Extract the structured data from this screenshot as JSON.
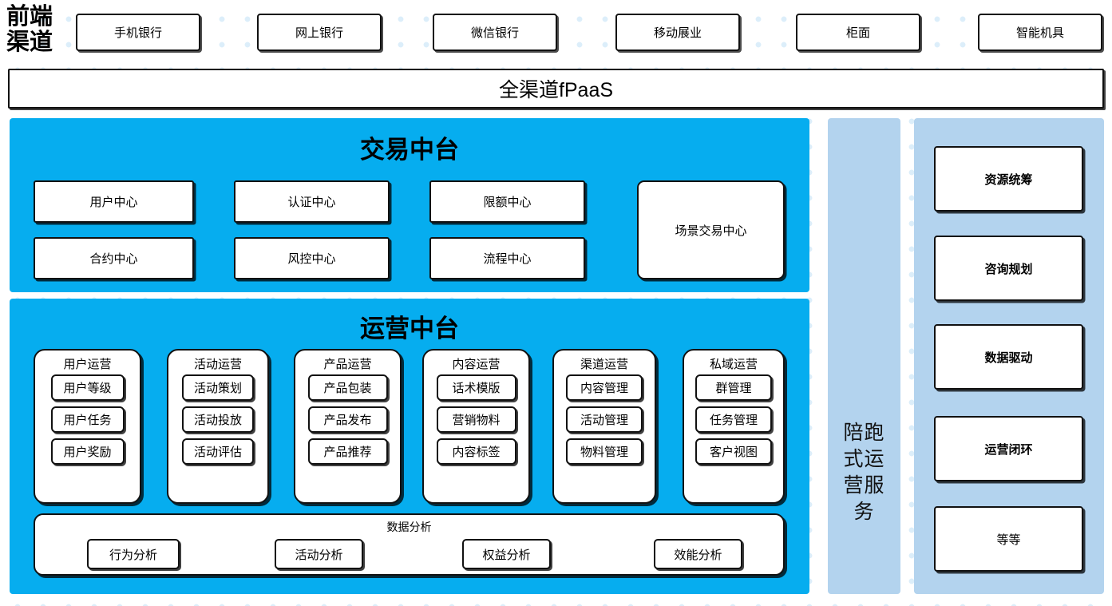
{
  "header": {
    "side_label": "前端渠道",
    "channels": [
      {
        "label": "手机银行"
      },
      {
        "label": "网上银行"
      },
      {
        "label": "微信银行"
      },
      {
        "label": "移动展业"
      },
      {
        "label": "柜面"
      },
      {
        "label": "智能机具"
      }
    ],
    "platform_bar": "全渠道fPaaS"
  },
  "transaction_center": {
    "title": "交易中台",
    "nodes_grid": [
      {
        "label": "用户中心"
      },
      {
        "label": "认证中心"
      },
      {
        "label": "限额中心"
      },
      {
        "label": "合约中心"
      },
      {
        "label": "风控中心"
      },
      {
        "label": "流程中心"
      }
    ],
    "tall_node": "场景交易中心"
  },
  "operations_center": {
    "title": "运营中台",
    "groups": [
      {
        "title": "用户运营",
        "items": [
          "用户等级",
          "用户任务",
          "用户奖励"
        ]
      },
      {
        "title": "活动运营",
        "items": [
          "活动策划",
          "活动投放",
          "活动评估"
        ]
      },
      {
        "title": "产品运营",
        "items": [
          "产品包装",
          "产品发布",
          "产品推荐"
        ]
      },
      {
        "title": "内容运营",
        "items": [
          "话术模版",
          "营销物料",
          "内容标签"
        ]
      },
      {
        "title": "渠道运营",
        "items": [
          "内容管理",
          "活动管理",
          "物料管理"
        ]
      },
      {
        "title": "私域运营",
        "items": [
          "群管理",
          "任务管理",
          "客户视图"
        ]
      }
    ],
    "data_analysis": {
      "title": "数据分析",
      "items": [
        "行为分析",
        "活动分析",
        "权益分析",
        "效能分析"
      ]
    }
  },
  "service_column": {
    "vertical_label": "陪跑式运营服务"
  },
  "capability_column": {
    "items": [
      {
        "label": "资源统筹",
        "bold": true
      },
      {
        "label": "咨询规划",
        "bold": true
      },
      {
        "label": "数据驱动",
        "bold": true
      },
      {
        "label": "运营闭环",
        "bold": true
      },
      {
        "label": "等等",
        "bold": false
      }
    ]
  },
  "colors": {
    "cyan": "#06ADEF",
    "light_blue": "#B3D3EE",
    "outline": "#111111",
    "background": "#FFFFFF",
    "watermark_dot": "#8CC8F0"
  }
}
